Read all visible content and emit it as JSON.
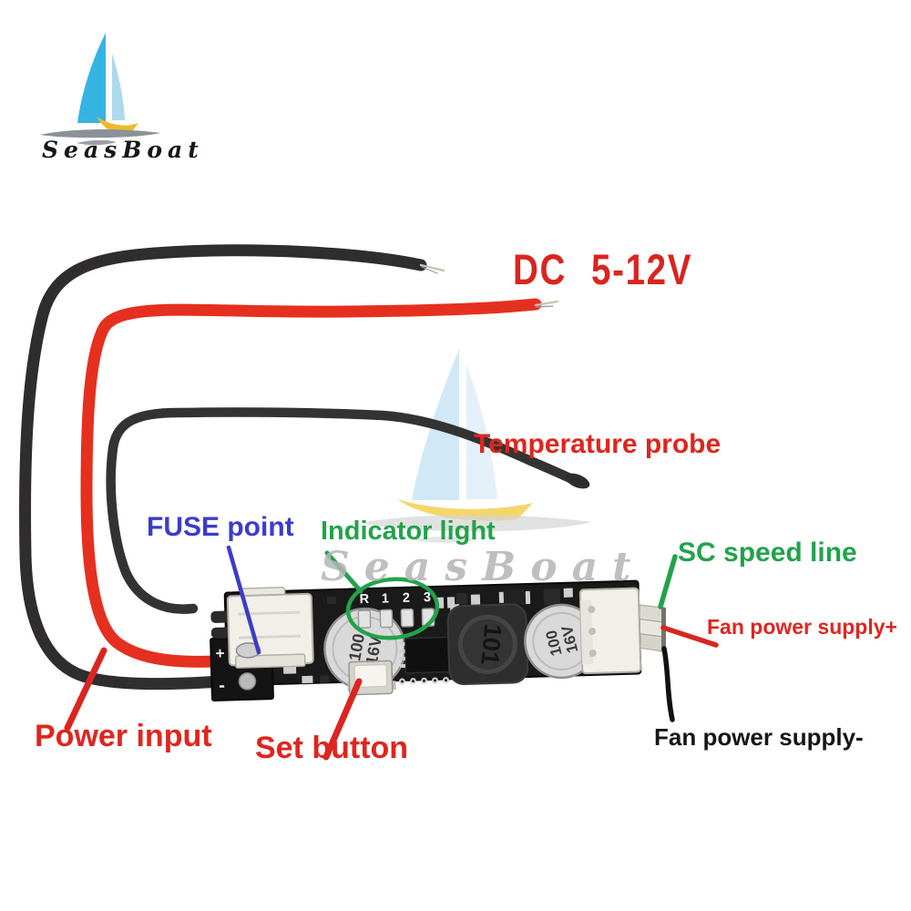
{
  "logo": {
    "brand": "SeasBoat"
  },
  "watermark": {
    "brand": "SeasBoat"
  },
  "product_label": {
    "dc_rating": "DC 5-12V"
  },
  "annotations": {
    "temperature_probe": "Temperature probe",
    "fuse_point": "FUSE point",
    "indicator_light": "Indicator light",
    "sc_speed_line": "SC speed line",
    "fan_power_plus": "Fan power supply+",
    "fan_power_minus": "Fan power supply-",
    "power_input": "Power input",
    "set_button": "Set button"
  },
  "board": {
    "led_labels": [
      "R",
      "1",
      "2",
      "3"
    ],
    "capacitor_marking_line1": "100",
    "capacitor_marking_line2": "16V",
    "inductor_marking": "101",
    "pad_positive": "+",
    "pad_negative": "-"
  },
  "colors": {
    "annotation_red": "#e0251f",
    "annotation_blue": "#3c3ccb",
    "annotation_green": "#23a24c",
    "annotation_black": "#161616",
    "wire_red": "#e5301f",
    "wire_black": "#2f2d2d",
    "pcb_black": "#1a1a1a",
    "sail_blue": "#35b4e4",
    "hull_yellow": "#f0b929",
    "watermark_gray": "#b5b5b5"
  }
}
